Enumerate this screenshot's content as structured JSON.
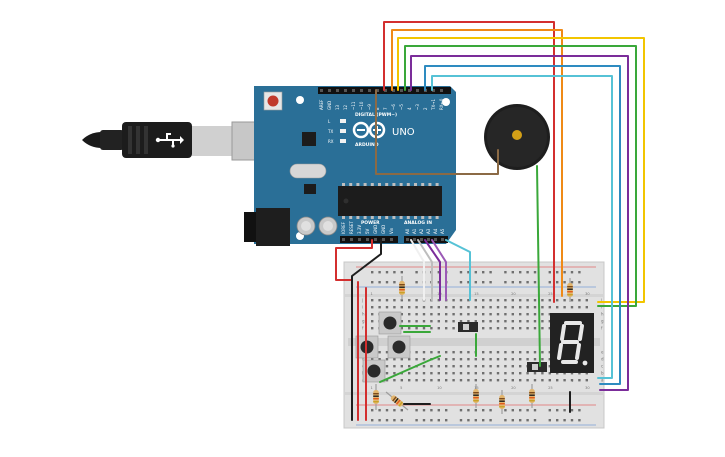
{
  "board": {
    "brand": "UNO",
    "maker_text": "ARDUINO",
    "digital_header": "DIGITAL (PWM~)",
    "power_header": "POWER",
    "analog_header": "ANALOG IN",
    "led_labels": [
      "L",
      "TX",
      "RX"
    ],
    "digital_pins": [
      "AREF",
      "GND",
      "13",
      "12",
      "~11",
      "~10",
      "~9",
      "8",
      "7",
      "~6",
      "~5",
      "4",
      "~3",
      "2",
      "TX→1",
      "RX←0"
    ],
    "power_pins": [
      "IOREF",
      "RESET",
      "3.3V",
      "5V",
      "GND",
      "GND",
      "Vin"
    ],
    "analog_pins": [
      "A0",
      "A1",
      "A2",
      "A3",
      "A4",
      "A5"
    ]
  },
  "breadboard": {
    "column_numbers": [
      "1",
      "5",
      "10",
      "15",
      "20",
      "25",
      "30"
    ],
    "row_letters_top": [
      "j",
      "i",
      "h",
      "g",
      "f"
    ],
    "row_letters_bottom": [
      "e",
      "d",
      "c",
      "b",
      "a"
    ]
  },
  "display": {
    "digit": "8."
  },
  "colors": {
    "board": "#2a6f97",
    "wire_red": "#d32f2f",
    "wire_orange": "#ef8a17",
    "wire_yellow": "#f2c500",
    "wire_green": "#3aa83a",
    "wire_purple": "#7b2d9a",
    "wire_blue": "#2e8bc0",
    "wire_cyan": "#56c2d6",
    "wire_brown": "#8b6a45"
  }
}
